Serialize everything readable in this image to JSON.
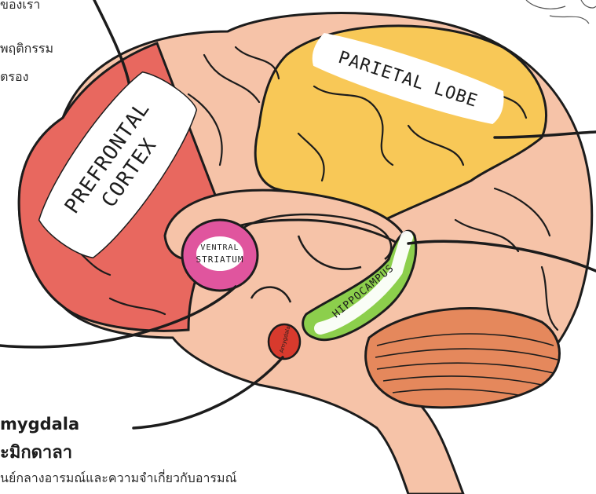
{
  "regions": {
    "prefrontal": {
      "line1": "PREFRONTAL",
      "line2": "CORTEX",
      "color": "#e8685f"
    },
    "parietal": {
      "label": "PARIETAL LOBE",
      "color": "#f8c857"
    },
    "ventral_striatum": {
      "line1": "VENTRAL",
      "line2": "STRIATUM",
      "color": "#e0559e"
    },
    "hippocampus": {
      "label": "HIPPOCAMPUS",
      "color": "#8ccf4c"
    },
    "amygdala": {
      "label": "Amygdala",
      "color": "#d83a2d"
    },
    "cerebellum": {
      "color": "#e5885c"
    },
    "brain_base": {
      "color": "#f6c3a8"
    }
  },
  "side_notes": {
    "top_line1": "ของเรา",
    "top_line2": "พฤติกรรม",
    "top_line3": "ตรอง"
  },
  "amygdala_info": {
    "title_en": "mygdala",
    "title_th": "ะมิกดาลา",
    "desc": "นย์กลางอารมณ์และความจำเกี่ยวกับอารมณ์"
  }
}
